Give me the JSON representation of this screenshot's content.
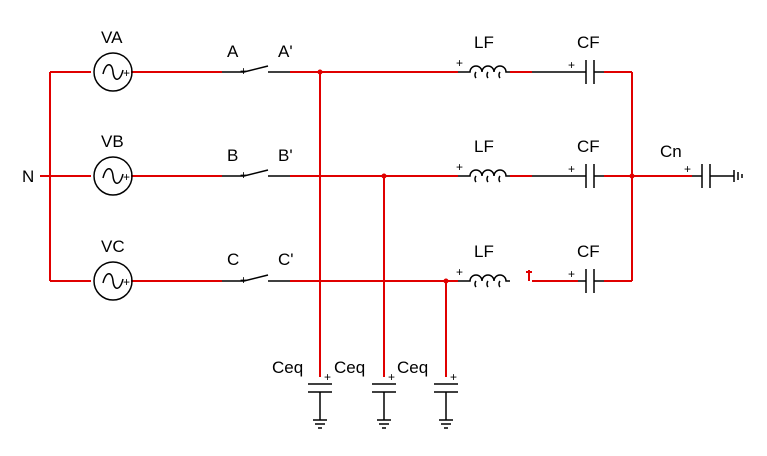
{
  "labels": {
    "neutral": "N",
    "sources": [
      "VA",
      "VB",
      "VC"
    ],
    "switches": [
      {
        "in": "A",
        "out": "A'"
      },
      {
        "in": "B",
        "out": "B'"
      },
      {
        "in": "C",
        "out": "C'"
      }
    ],
    "inductor": "LF",
    "capacitor": "CF",
    "neutral_capacitor": "Cn",
    "equivalent_capacitor": "Ceq"
  },
  "colors": {
    "wire": "#e00000",
    "component": "#000000"
  }
}
